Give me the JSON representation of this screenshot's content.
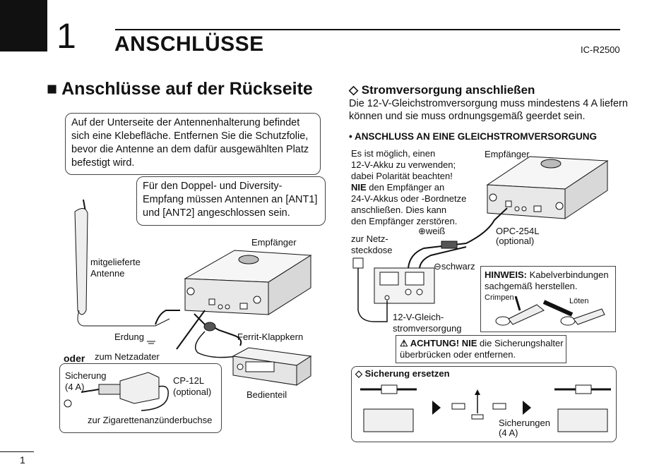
{
  "chapter": {
    "number": "1",
    "title": "ANSCHLÜSSE",
    "model": "IC-R2500"
  },
  "left": {
    "section_title": "■ Anschlüsse auf der Rückseite",
    "callout1": "Auf der Unterseite der Antennenhalterung befindet sich eine Klebefläche. Entfernen Sie die Schutzfolie, bevor die Antenne an dem dafür ausgewählten Platz befestigt wird.",
    "callout2": "Für den Doppel- und Diversity-Empfang müssen Antennen an [ANT1] und [ANT2] angeschlossen sein.",
    "labels": {
      "empfaenger": "Empfänger",
      "antenne_1": "mitgelieferte",
      "antenne_2": "Antenne",
      "erdung": "Erdung",
      "ferrit": "Ferrit-Klappkern",
      "oder": "oder",
      "netzadapter": "zum Netzadater",
      "bedienteil": "Bedienteil",
      "sicherung_1": "Sicherung",
      "sicherung_2": "(4 A)",
      "cp12l_1": "CP-12L",
      "cp12l_2": "(optional)",
      "zigarette": "zur Zigarettenanzünderbuchse"
    }
  },
  "right": {
    "subhead": "◇ Stromversorgung anschließen",
    "intro_1": "Die 12-V-Gleichstromversorgung muss mindestens 4 A liefern",
    "intro_2": "können und sie muss ordnungsgemäß geerdet sein.",
    "bullet": "• ANSCHLUSS AN EINE GLEICHSTROMVERSORGUNG",
    "note_1": "Es ist möglich, einen",
    "note_2": "12-V-Akku zu verwenden;",
    "note_3": "dabei Polarität beachten!",
    "note_4_bold": "NIE",
    "note_4_rest": " den Empfänger an",
    "note_5": "24-V-Akkus oder -Bordnetze",
    "note_6": "anschließen. Dies kann",
    "note_7": "den Empfänger zerstören.",
    "labels": {
      "empfaenger": "Empfänger",
      "weiss": "⊕weiß",
      "schwarz": "⊖schwarz",
      "netz_1": "zur Netz-",
      "netz_2": "steckdose",
      "opc_1": "OPC-254L",
      "opc_2": "(optional)",
      "gleich_1": "12-V-Gleich-",
      "gleich_2": "stromversorgung"
    },
    "hinweis_bold": "HINWEIS:",
    "hinweis_rest": " Kabelverbindungen",
    "hinweis_2": "sachgemäß herstellen.",
    "crimpen": "Crimpen",
    "loeten": "Löten",
    "warn_bold": "⚠ ACHTUNG! NIE",
    "warn_rest": " die Sicherungshalter",
    "warn_2": "überbrücken oder entfernen.",
    "fuse_title": "◇ Sicherung ersetzen",
    "fuse_label_1": "Sicherungen",
    "fuse_label_2": "(4 A)"
  },
  "page_number": "1"
}
